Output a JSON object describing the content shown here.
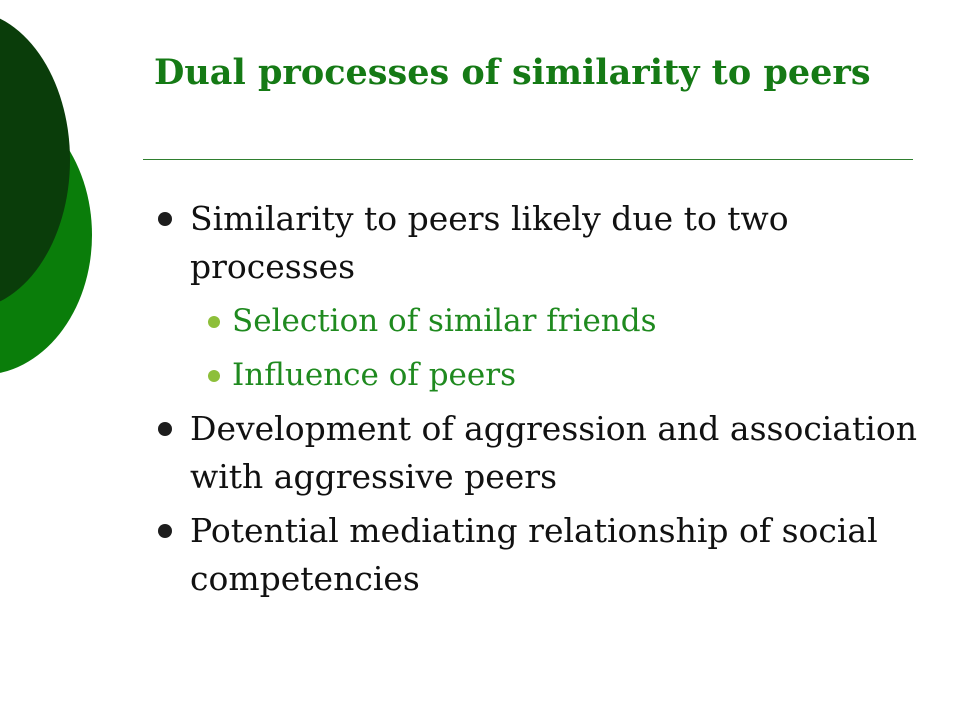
{
  "slide": {
    "title": "Dual processes of similarity to peers",
    "bullets": [
      {
        "level": 1,
        "text": "Similarity to peers likely due to two processes"
      },
      {
        "level": 2,
        "text": "Selection of similar friends"
      },
      {
        "level": 2,
        "text": "Influence of peers"
      },
      {
        "level": 1,
        "text": "Development of aggression and association with aggressive peers"
      },
      {
        "level": 1,
        "text": "Potential mediating relationship of social competencies"
      }
    ]
  },
  "colors": {
    "title": "#157a15",
    "body_text": "#111111",
    "sub_text": "#1f8a1f",
    "decor_dark": "#0a3d0a",
    "decor_mid": "#0a7d0a",
    "sub_bullet": "#8dbf3a"
  }
}
